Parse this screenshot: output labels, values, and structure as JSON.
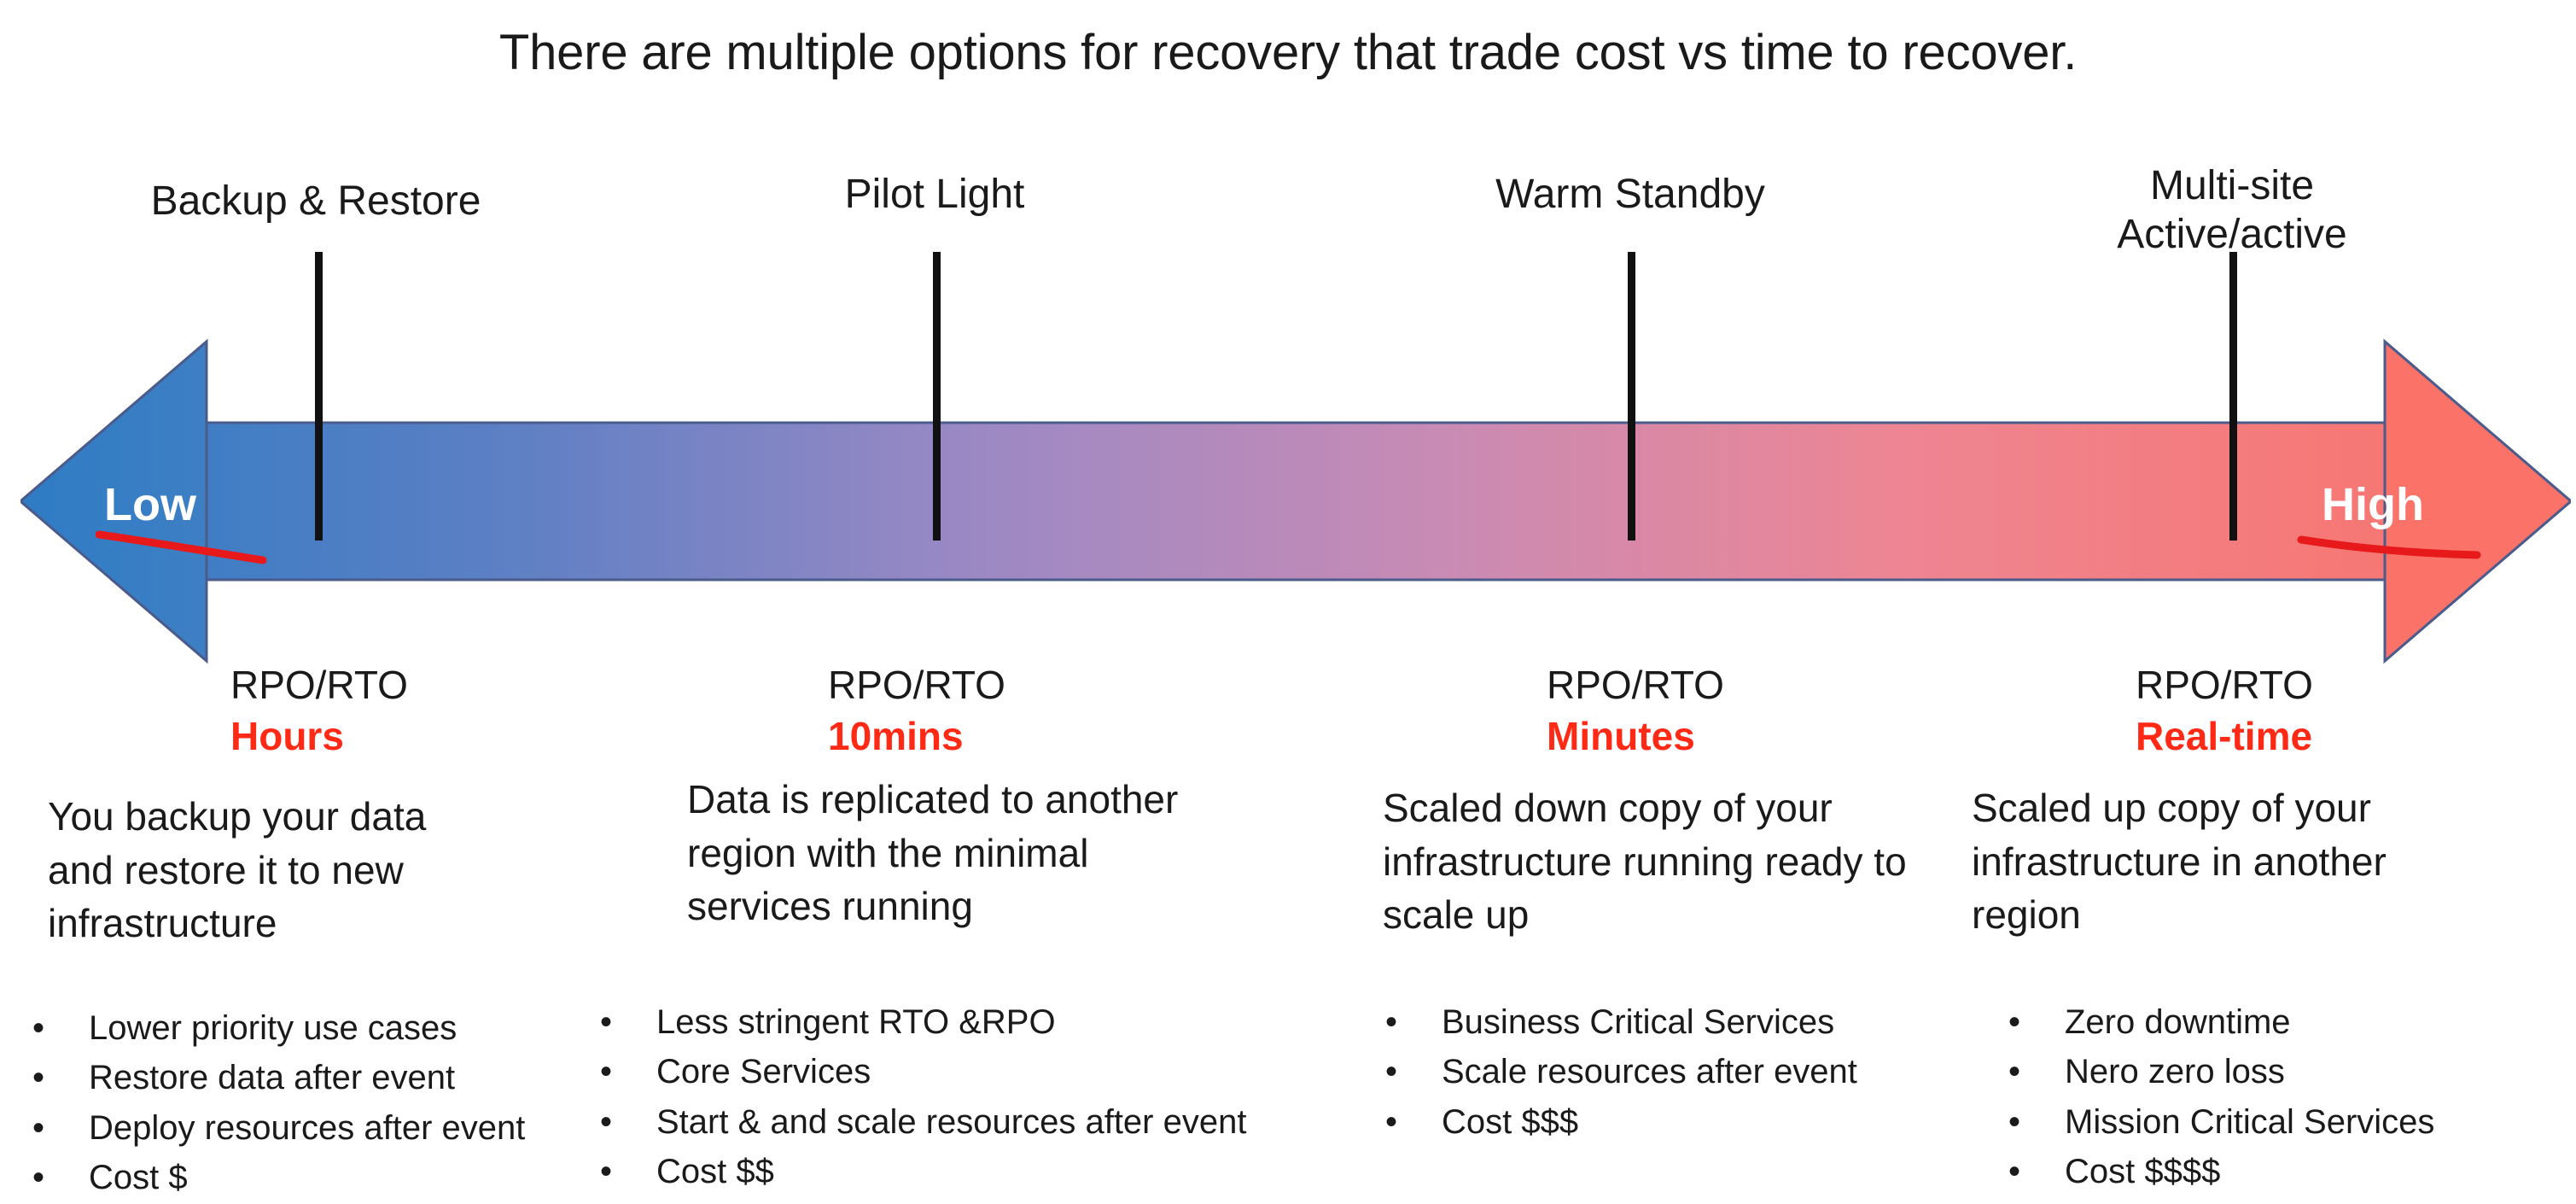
{
  "title": "There are multiple options for recovery that trade cost vs time to recover.",
  "axis": {
    "low_label": "Low",
    "high_label": "High",
    "low_color": "#2E7CC4",
    "mid_color": "#A98BC4",
    "high_color": "#FA7268",
    "outline_color": "#4A5B8C",
    "annotation_color": "#E8191B"
  },
  "stages": [
    {
      "name": "Backup & Restore",
      "metric_label": "RPO/RTO",
      "metric_value": "Hours",
      "description": "You backup your data and restore it to new infrastructure",
      "bullets": [
        "Lower priority use cases",
        "Restore data after event",
        "Deploy resources after event",
        "Cost $"
      ]
    },
    {
      "name": "Pilot Light",
      "metric_label": "RPO/RTO",
      "metric_value": "10mins",
      "description": "Data is replicated to another region with the minimal services running",
      "bullets": [
        "Less stringent RTO &RPO",
        "Core Services",
        "Start & and scale resources after event",
        "Cost $$"
      ]
    },
    {
      "name": "Warm Standby",
      "metric_label": "RPO/RTO",
      "metric_value": "Minutes",
      "description": "Scaled down copy of your infrastructure running ready to scale up",
      "bullets": [
        "Business Critical Services",
        "Scale resources after event",
        "Cost $$$"
      ]
    },
    {
      "name": "Multi-site\nActive/active",
      "name_line1": "Multi-site",
      "name_line2": "Active/active",
      "metric_label": "RPO/RTO",
      "metric_value": "Real-time",
      "description": "Scaled up copy of your infrastructure in another region",
      "bullets": [
        "Zero downtime",
        "Nero zero loss",
        "Mission Critical Services",
        "Cost $$$$"
      ]
    }
  ],
  "bullet_glyph": "•"
}
